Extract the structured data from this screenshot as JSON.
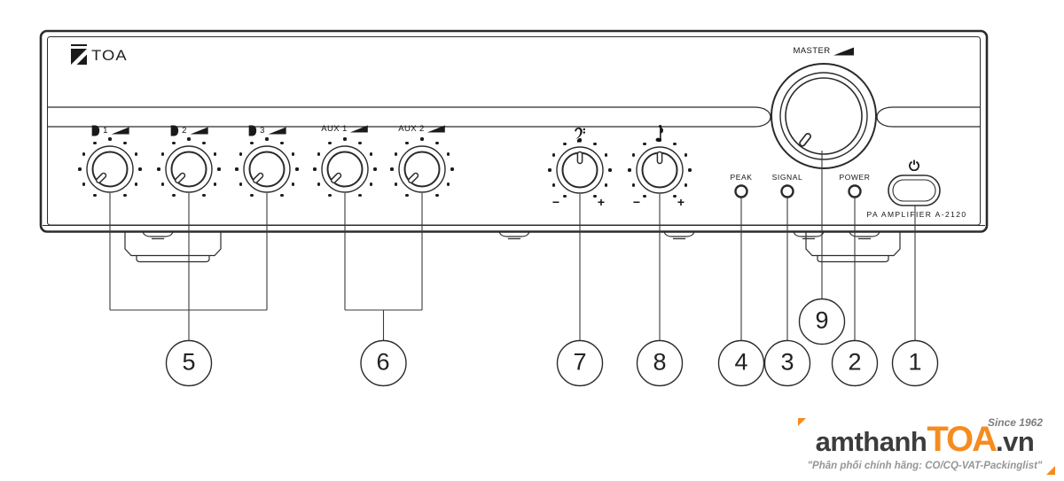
{
  "diagram": {
    "brand_logo": "TOA",
    "master": {
      "label": "MASTER"
    },
    "mic_knobs": [
      {
        "label": "1"
      },
      {
        "label": "2"
      },
      {
        "label": "3"
      }
    ],
    "aux_knobs": [
      {
        "label": "AUX 1"
      },
      {
        "label": "AUX 2"
      }
    ],
    "tone_knobs": {
      "bass_minus": "−",
      "bass_plus": "+",
      "treble_minus": "−",
      "treble_plus": "+"
    },
    "indicators": {
      "peak": "PEAK",
      "signal": "SIGNAL",
      "power": "POWER"
    },
    "model_label": "PA AMPLIFIER A-2120",
    "icons": {
      "mic": "microphone-icon",
      "volume": "volume-wedge-icon",
      "bass": "bass-clef-icon",
      "treble": "music-note-icon",
      "power": "power-icon"
    }
  },
  "callouts": {
    "numbers": [
      "1",
      "2",
      "3",
      "4",
      "5",
      "6",
      "7",
      "8",
      "9"
    ]
  },
  "watermark": {
    "brand_prefix": "amthanh",
    "brand_core": "TOA",
    "brand_suffix": ".vn",
    "since": "Since 1962",
    "tagline": "\"Phân phối chính hãng: CO/CQ-VAT-Packinglist\"",
    "accent_color": "#F68B1F",
    "text_color": "#3C3C3C",
    "muted_color": "#8C8C8C"
  }
}
